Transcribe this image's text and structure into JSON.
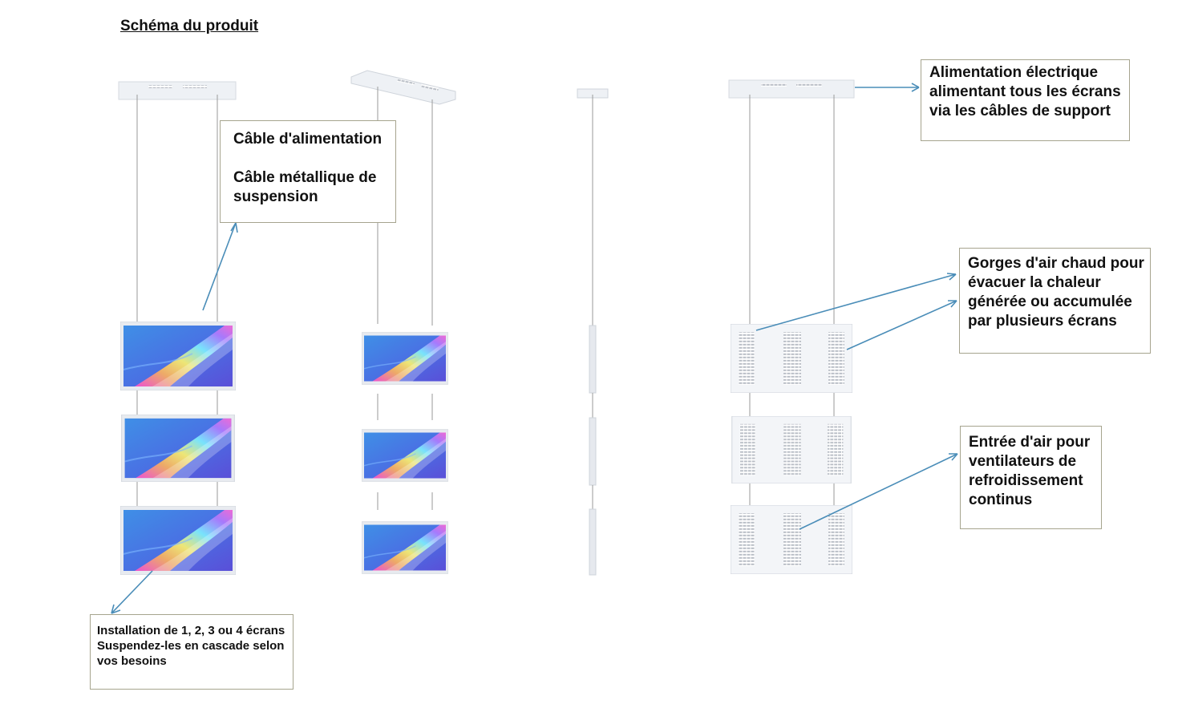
{
  "title": "Schéma du produit",
  "callouts": {
    "cable": {
      "line1": "Câble d'alimentation",
      "line2": "Câble métallique de suspension"
    },
    "power": "Alimentation électrique alimentant tous les écrans via les câbles de support",
    "hot_air": "Gorges d'air chaud pour évacuer la chaleur générée ou accumulée par plusieurs écrans",
    "intake": "Entrée d'air pour ventilateurs de refroidissement continus",
    "install": {
      "line1": "Installation de 1, 2, 3 ou 4 écrans",
      "line2": "Suspendez-les en cascade selon vos besoins"
    }
  },
  "colors": {
    "arrow": "#4a8db8",
    "callout_border": "#a6a48e",
    "cable": "#9a9a9a",
    "frame": "#e6e9ee"
  }
}
